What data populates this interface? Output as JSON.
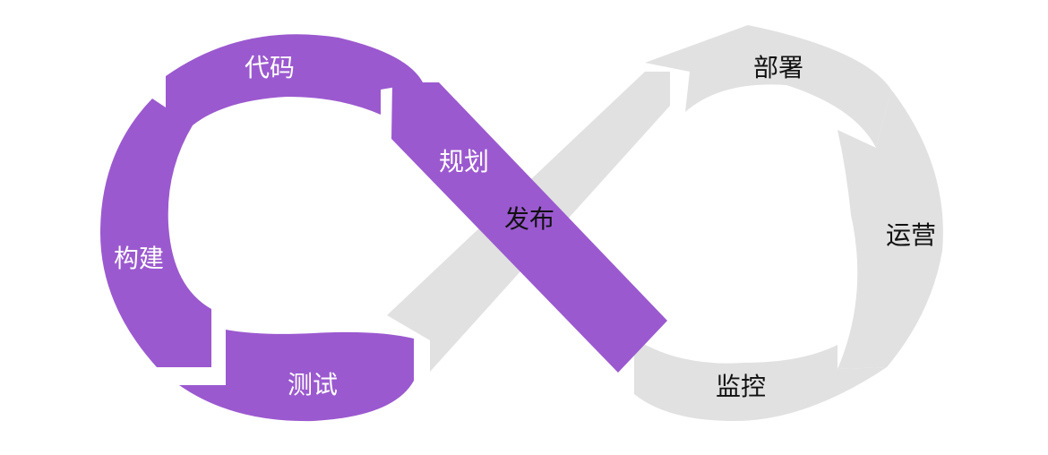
{
  "colors": {
    "left_loop": "#9b59cf",
    "right_loop": "#e1e1e1",
    "background": "#ffffff",
    "label_on_left": "#ffffff",
    "label_on_right": "#111111"
  },
  "stages": {
    "plan": "规划",
    "code": "代码",
    "build": "构建",
    "test": "测试",
    "release": "发布",
    "deploy": "部署",
    "operate": "运营",
    "monitor": "监控"
  }
}
